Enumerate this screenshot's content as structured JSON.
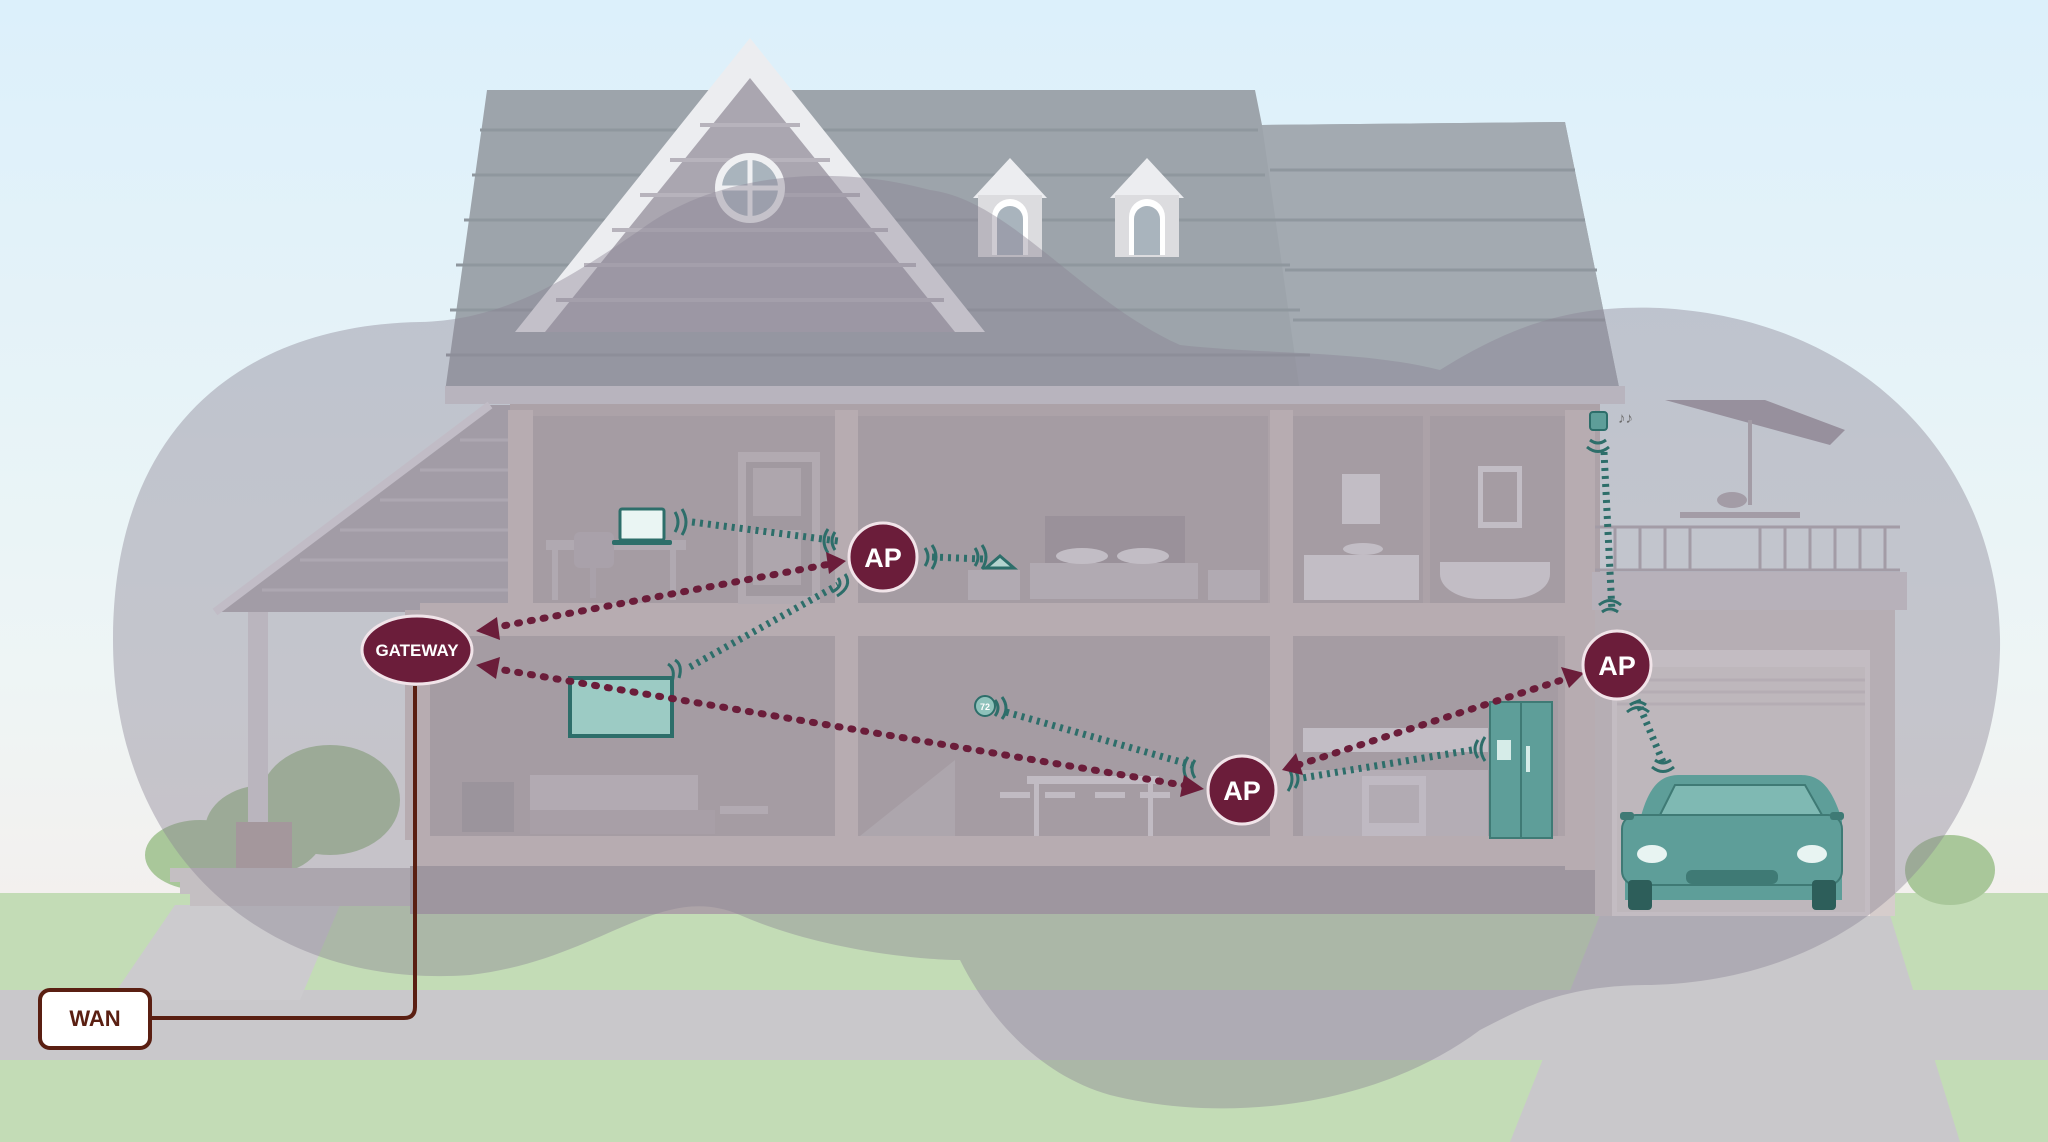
{
  "labels": {
    "wan": "WAN",
    "gateway": "GATEWAY",
    "ap_upstairs": "AP",
    "ap_downstairs": "AP",
    "ap_garage": "AP"
  },
  "icons": {
    "music_notes": "♪♪",
    "thermostat_reading": "72"
  },
  "colors": {
    "node_fill": "#6b1d3a",
    "node_text": "#ffffff",
    "wired_link": "#5a1f12",
    "backhaul_link": "#6b1d3a",
    "client_link": "#2d6e6a",
    "device_teal": "#5e9e99",
    "coverage": "#8a8294",
    "sky": "#dff0fa",
    "grass": "#c2dcb5",
    "road": "#c8c7ca"
  }
}
